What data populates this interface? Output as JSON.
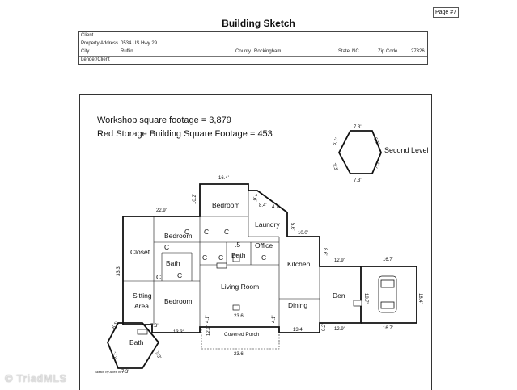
{
  "page_badge": "Page #7",
  "title": "Building Sketch",
  "info": {
    "client_label": "Client",
    "property_address_label": "Property Address",
    "property_address": "0534 US Hwy 29",
    "city_label": "City",
    "city": "Ruffin",
    "county_label": "County",
    "county": "Rockingham",
    "state_label": "State",
    "state": "NC",
    "zip_label": "Zip Code",
    "zip": "27326",
    "lender_label": "Lender/Client"
  },
  "notes": {
    "workshop": "Workshop square footage = 3,879",
    "storage": "Red Storage Building Square Footage = 453"
  },
  "second_level": {
    "label": "Second Level",
    "dims": [
      "7.3'",
      "6.1'",
      "6.1'",
      "7.3'",
      "7.3'",
      "7.3'"
    ]
  },
  "rooms": {
    "bedroom_top": "Bedroom",
    "laundry": "Laundry",
    "bedroom_left": "Bedroom",
    "closet": "Closet",
    "half_bath": ".5",
    "bath_center": "Bath",
    "office": "Office",
    "bath_left": "Bath",
    "kitchen": "Kitchen",
    "living_room": "Living Room",
    "sitting_area_1": "Sitting",
    "sitting_area_2": "Area",
    "bedroom_bottom": "Bedroom",
    "dining": "Dining",
    "den": "Den",
    "bath_hex": "Bath",
    "covered_porch": "Covered Porch",
    "closet_marks": [
      "C",
      "C",
      "C",
      "C",
      "C",
      "C",
      "C",
      "C",
      "C"
    ]
  },
  "dims": {
    "top_bedroom": "16.4'",
    "left_top": "22.9'",
    "bedroom_side": "10.2'",
    "laundry_side": "7.6'",
    "laundry_a": "8.4'",
    "laundry_b": "4.1'",
    "kitchen_side": "5.6'",
    "kitchen_top": "10.0'",
    "left_side": "33.3'",
    "den_top": "12.9'",
    "den_side": "8.6'",
    "den_bottom": "12.9'",
    "garage_top": "16.7'",
    "garage_bottom": "16.7'",
    "garage_side_a": "18.7'",
    "garage_side_b": "18.4'",
    "living_top": "23.6'",
    "porch_bottom": "23.6'",
    "porch_left": "12.0'",
    "porch_small_a": "4.1'",
    "porch_small_b": "4.1'",
    "bottom_left": "13.3'",
    "bottom_mid": "13.4'",
    "den_small": "0.2'",
    "hex_a": "6.1'",
    "hex_b": "7.3'",
    "hex_c": "6.1'",
    "hex_d": "7.3'",
    "hex_e": "7.3'"
  },
  "sketch_credit": "Sketch by Apex IV™",
  "watermark": "© TriadMLS"
}
